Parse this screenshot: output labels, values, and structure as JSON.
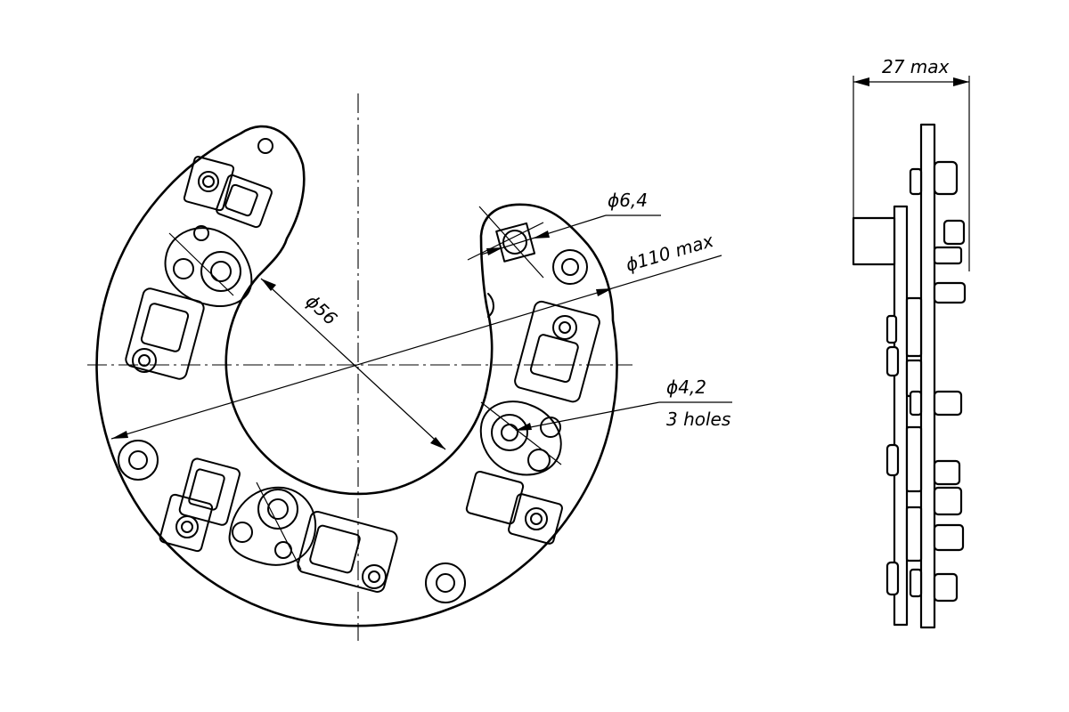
{
  "labels": {
    "dia_6_4": "ϕ6,4",
    "dia_110": "ϕ110 max",
    "dia_56": "ϕ56",
    "dia_4_2": "ϕ4,2",
    "holes": "3 holes",
    "width_27": "27 max"
  }
}
